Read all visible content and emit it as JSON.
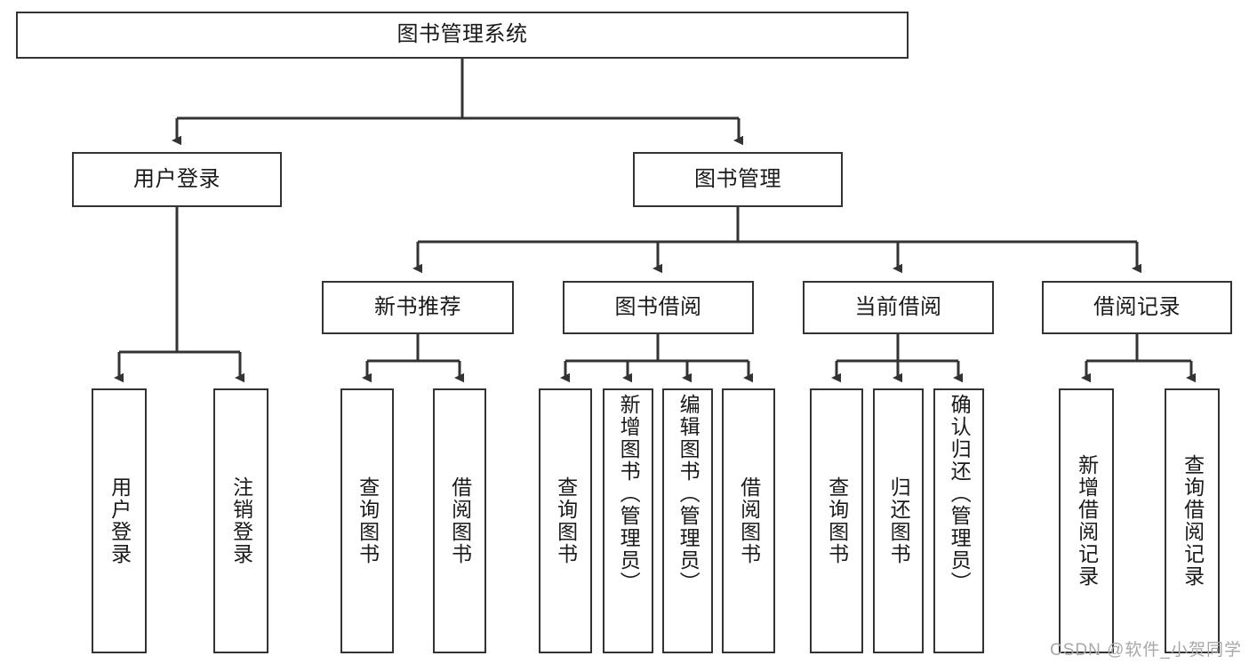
{
  "diagram": {
    "title": "图书管理系统",
    "type": "tree-hierarchy-chart",
    "colors": {
      "box_border": "#333333",
      "box_fill": "#ffffff",
      "edge": "#333333",
      "text": "#1a1a1a",
      "watermark": "#a8a8a8"
    },
    "root": {
      "label": "图书管理系统"
    },
    "level2": [
      {
        "label": "用户登录"
      },
      {
        "label": "图书管理"
      }
    ],
    "level3": [
      {
        "label": "新书推荐"
      },
      {
        "label": "图书借阅"
      },
      {
        "label": "当前借阅"
      },
      {
        "label": "借阅记录"
      }
    ],
    "leaves": {
      "user_login": [
        {
          "label": "用户登录"
        },
        {
          "label": "注销登录"
        }
      ],
      "new_book_recommend": [
        {
          "label": "查询图书"
        },
        {
          "label": "借阅图书"
        }
      ],
      "book_borrow": [
        {
          "label": "查询图书"
        },
        {
          "label": "新增图书（管理员）"
        },
        {
          "label": "编辑图书（管理员）"
        },
        {
          "label": "借阅图书"
        }
      ],
      "current_borrow": [
        {
          "label": "查询图书"
        },
        {
          "label": "归还图书"
        },
        {
          "label": "确认归还（管理员）"
        }
      ],
      "borrow_record": [
        {
          "label": "新增借阅记录"
        },
        {
          "label": "查询借阅记录"
        }
      ]
    }
  },
  "watermark": {
    "text": "CSDN @软件_小贺同学"
  }
}
